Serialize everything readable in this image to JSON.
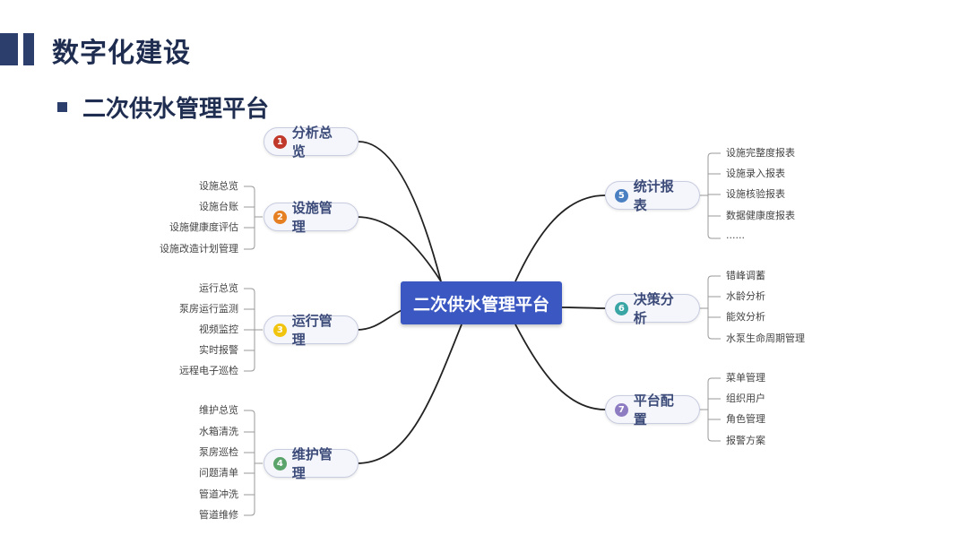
{
  "header": {
    "title": "数字化建设",
    "subtitle": "二次供水管理平台"
  },
  "center": {
    "label": "二次供水管理平台"
  },
  "branches": [
    {
      "num": "1",
      "label": "分析总览",
      "color": "#c0392b",
      "leaves": []
    },
    {
      "num": "2",
      "label": "设施管理",
      "color": "#e67e22",
      "leaves": [
        "设施总览",
        "设施台账",
        "设施健康度评估",
        "设施改造计划管理"
      ]
    },
    {
      "num": "3",
      "label": "运行管理",
      "color": "#f1c40f",
      "leaves": [
        "运行总览",
        "泵房运行监测",
        "视频监控",
        "实时报警",
        "远程电子巡检"
      ]
    },
    {
      "num": "4",
      "label": "维护管理",
      "color": "#5aa36a",
      "leaves": [
        "维护总览",
        "水箱清洗",
        "泵房巡检",
        "问题清单",
        "管道冲洗",
        "管道维修"
      ]
    },
    {
      "num": "5",
      "label": "统计报表",
      "color": "#4a7fc1",
      "leaves": [
        "设施完整度报表",
        "设施录入报表",
        "设施核验报表",
        "数据健康度报表",
        "......"
      ]
    },
    {
      "num": "6",
      "label": "决策分析",
      "color": "#3aa5a5",
      "leaves": [
        "错峰调蓄",
        "水龄分析",
        "能效分析",
        "水泵生命周期管理"
      ]
    },
    {
      "num": "7",
      "label": "平台配置",
      "color": "#8e7cc3",
      "leaves": [
        "菜单管理",
        "组织用户",
        "角色管理",
        "报警方案"
      ]
    }
  ]
}
